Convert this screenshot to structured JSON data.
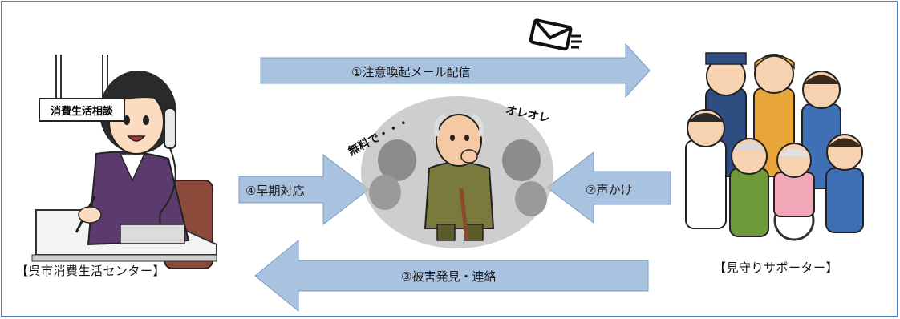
{
  "arrows": {
    "alert_mail": "①注意喚起メール配信",
    "call_out": "②声かけ",
    "damage_report": "③被害発見・連絡",
    "early_response": "④早期対応"
  },
  "captions": {
    "center": "【呉市消費生活センター】",
    "supporters": "【見守りサポーター】"
  },
  "sign_text": "消費生活相談",
  "speech": {
    "free": "無料で・・・",
    "oreore": "オレオレ"
  },
  "colors": {
    "arrow_fill": "#a9c2e0",
    "arrow_stroke": "#7a9cc6",
    "frame": "#4f7fb8"
  }
}
